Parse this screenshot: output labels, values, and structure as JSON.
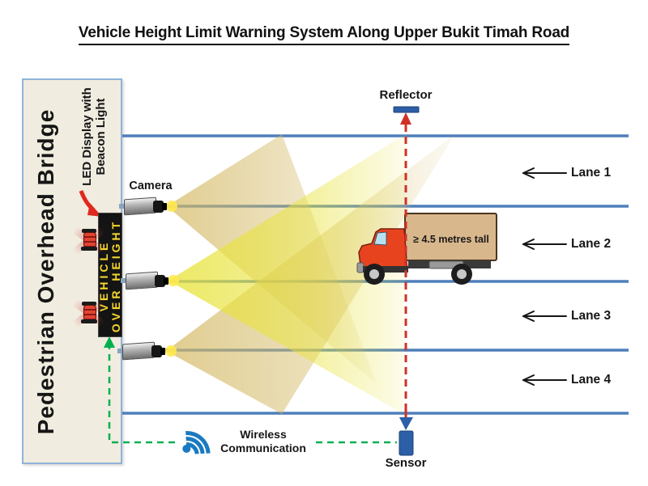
{
  "title": "Vehicle Height Limit Warning System Along Upper Bukit Timah Road",
  "bridge": {
    "label": "Pedestrian Overhead Bridge"
  },
  "led_display": {
    "label_line1": "LED Display with",
    "label_line2": "Beacon Light"
  },
  "sign": {
    "line1": "VEHICLE",
    "line2": "OVER HEIGHT"
  },
  "camera": {
    "label": "Camera"
  },
  "lanes": [
    {
      "label": "Lane 1"
    },
    {
      "label": "Lane 2"
    },
    {
      "label": "Lane 3"
    },
    {
      "label": "Lane 4"
    }
  ],
  "truck": {
    "height_label": "≥ 4.5 metres tall"
  },
  "reflector": {
    "label": "Reflector"
  },
  "sensor": {
    "label": "Sensor"
  },
  "wireless": {
    "label_line1": "Wireless",
    "label_line2": "Communication"
  },
  "colors": {
    "text_dark": "#161616",
    "lane_line": "#4e7fba",
    "bridge_fill": "#f0ecdf",
    "bridge_border": "#8fb2d9",
    "sign_bg": "#141414",
    "sign_text": "#f6d62e",
    "cone_bright": "#e8e33c",
    "cone_tan": "#d4b964",
    "truck_red": "#e8431f",
    "truck_box": "#d9b78c",
    "wifi_blue": "#1a7ac1",
    "green_dash": "#00b050",
    "red_dash": "#cf3126",
    "marker_blue": "#2d5ea8"
  }
}
